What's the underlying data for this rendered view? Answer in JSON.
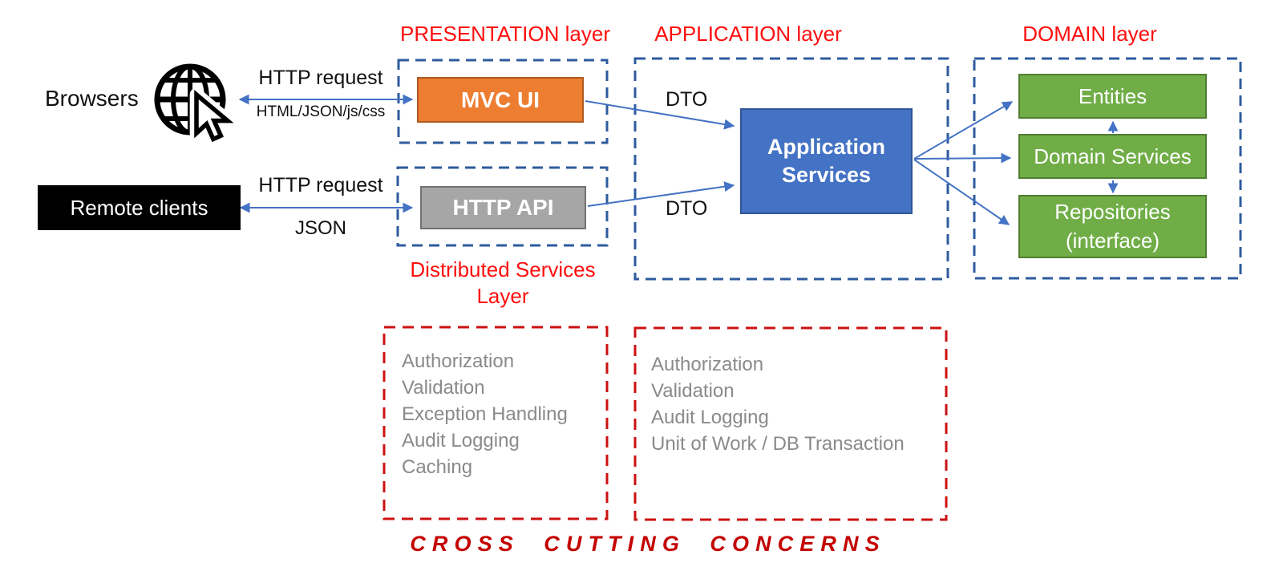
{
  "diagram": {
    "clients": {
      "browsers_label": "Browsers",
      "remote_clients_label": "Remote clients"
    },
    "links": {
      "browser_top": "HTTP request",
      "browser_bottom": "HTML/JSON/js/css",
      "remote_top": "HTTP request",
      "remote_bottom": "JSON",
      "dto_top": "DTO",
      "dto_bottom": "DTO"
    },
    "presentation": {
      "title": "PRESENTATION layer",
      "mvc_ui": "MVC UI"
    },
    "distributed": {
      "title_line1": "Distributed Services",
      "title_line2": "Layer",
      "http_api": "HTTP API"
    },
    "application": {
      "title": "APPLICATION layer",
      "service_line1": "Application",
      "service_line2": "Services"
    },
    "domain": {
      "title": "DOMAIN layer",
      "entities": "Entities",
      "domain_services": "Domain Services",
      "repositories_line1": "Repositories",
      "repositories_line2": "(interface)"
    },
    "cross_cutting": {
      "left_items": [
        "Authorization",
        "Validation",
        "Exception Handling",
        "Audit Logging",
        "Caching"
      ],
      "right_items": [
        "Authorization",
        "Validation",
        "Audit Logging",
        "Unit of Work / DB Transaction"
      ],
      "footer": "CROSS CUTTING CONCERNS"
    },
    "colors": {
      "mvc_orange": "#ED7D31",
      "api_gray": "#A6A6A6",
      "app_blue": "#4472C4",
      "domain_green": "#70AD47",
      "dashed_layer_blue": "#2E5B9E",
      "dashed_red": "#CC1111",
      "title_red": "#FF0E0E",
      "footer_red": "#C40000",
      "list_gray": "#8A8A8A",
      "arrow_blue": "#4472C4"
    }
  }
}
